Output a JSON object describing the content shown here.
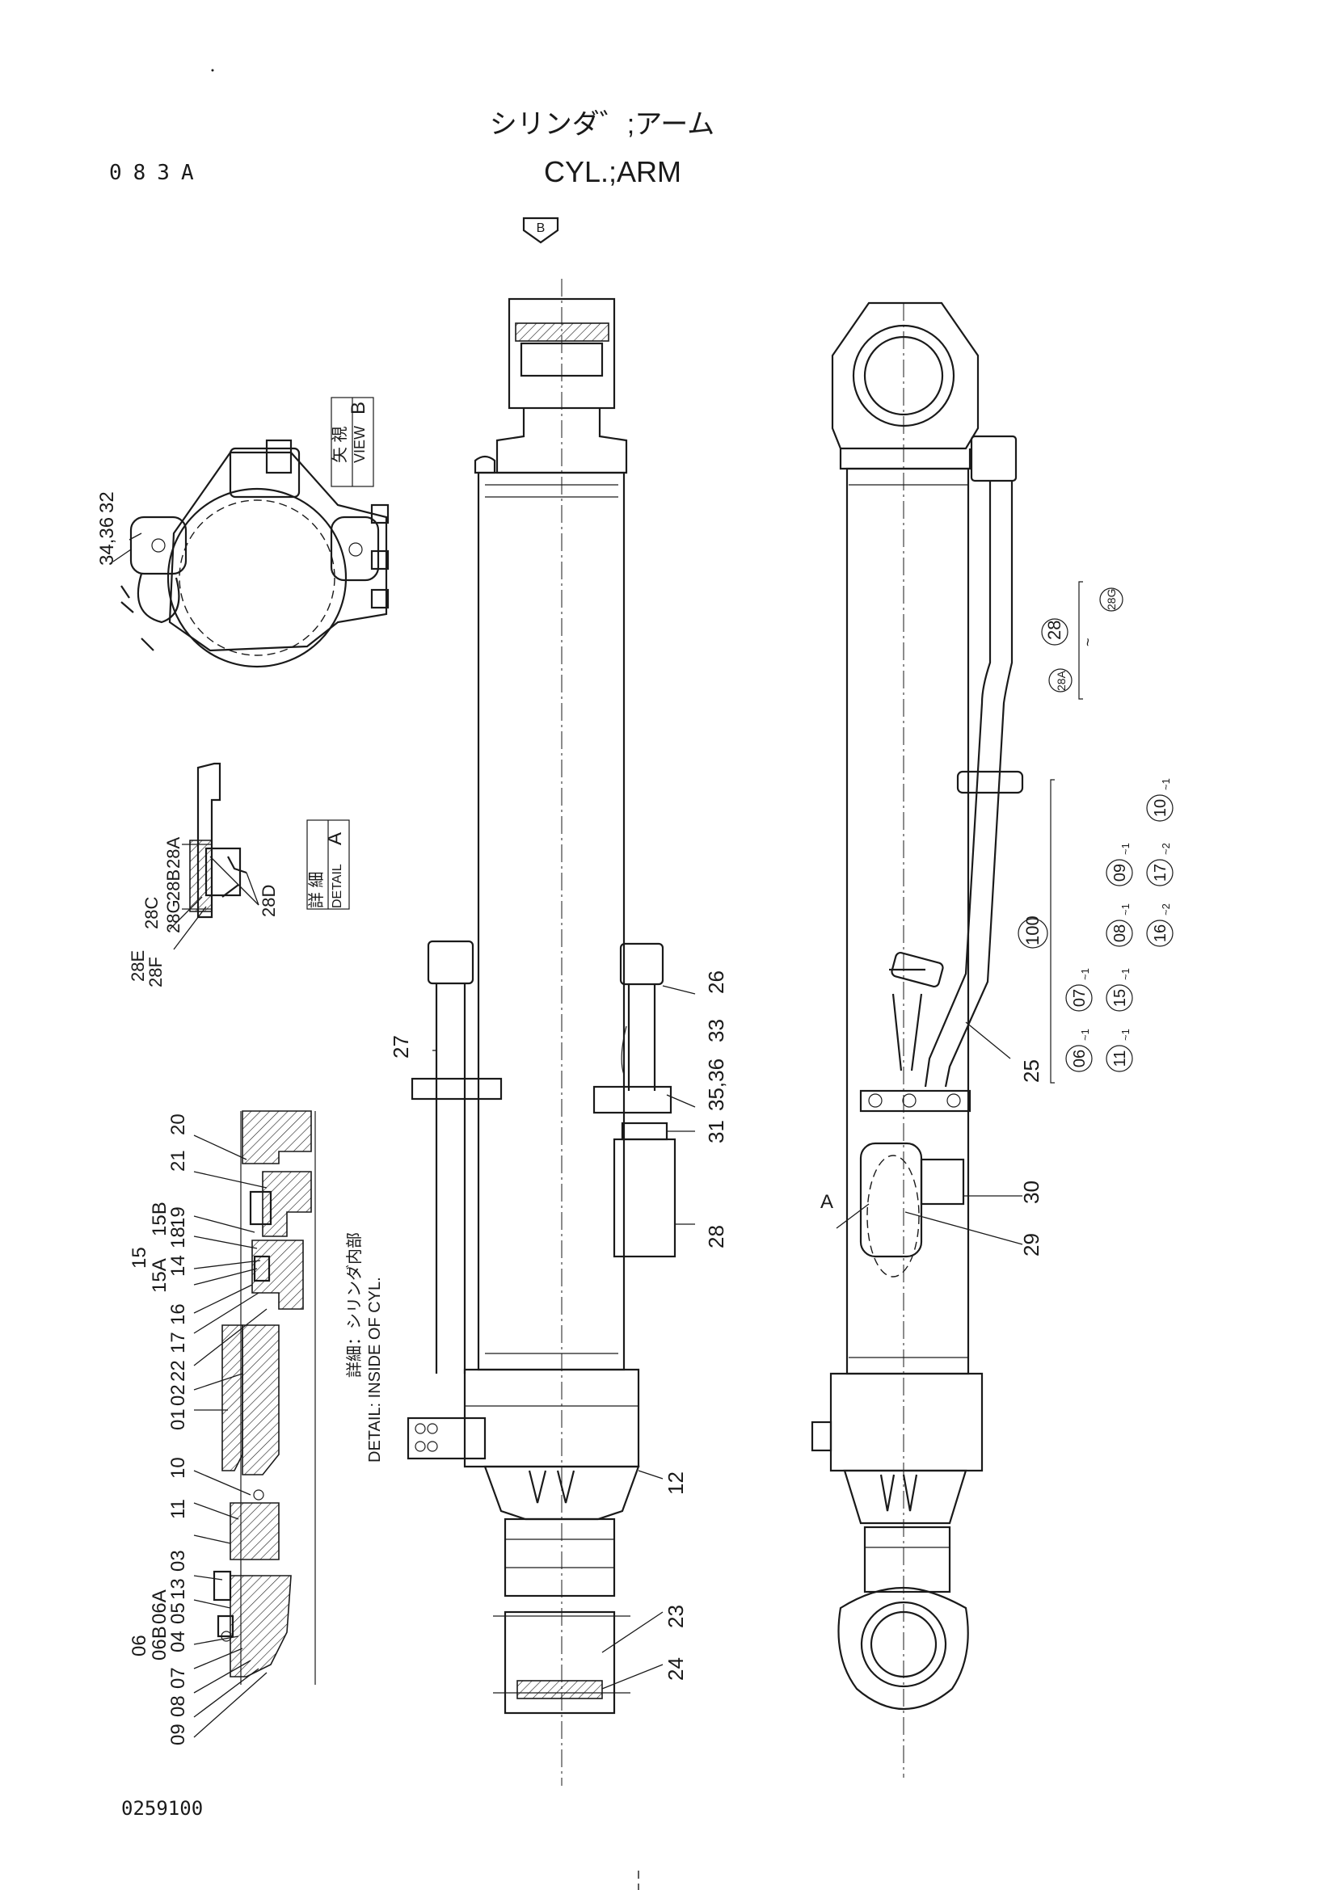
{
  "header": {
    "code": "083A",
    "title_jp": "シリンダ゛;アーム",
    "title_en": "CYL.;ARM",
    "view_arrow": "B"
  },
  "footer": {
    "drawing_no": "0259100"
  },
  "views": {
    "view_b": {
      "label_jp": "矢 視",
      "label": "VIEW",
      "letter": "B"
    },
    "detail_a": {
      "label_jp": "詳 細",
      "label": "DETAIL",
      "letter": "A"
    },
    "inside": {
      "label_jp": "詳細：シリンダ内部",
      "label": "DETAIL: INSIDE OF CYL."
    },
    "detail_a_marker": "A"
  },
  "callouts": {
    "c3436": "34,36",
    "c32": "32",
    "c28A": "28A",
    "c28B": "28B",
    "c28C": "28C",
    "c28G": "28G",
    "c28D": "28D",
    "c28E": "28E",
    "c28F": "28F",
    "c20": "20",
    "c21": "21",
    "c19": "19",
    "c18": "18",
    "c14": "14",
    "c15B": "15B",
    "c15": "15",
    "c15A": "15A",
    "c16": "16",
    "c17": "17",
    "c22": "22",
    "c02": "02",
    "c01": "01",
    "c10": "10",
    "c11": "11",
    "c03": "03",
    "c13": "13",
    "c05": "05",
    "c04": "04",
    "c06": "06",
    "c06B": "06B",
    "c06A": "06A",
    "c07": "07",
    "c08": "08",
    "c09": "09",
    "c27": "27",
    "c26": "26",
    "c33": "33",
    "c3536": "35,36",
    "c31": "31",
    "c28": "28",
    "c12": "12",
    "c23": "23",
    "c24": "24",
    "c25": "25",
    "c29": "29",
    "c30": "30"
  },
  "kit_28": {
    "main": "28",
    "from": "28A",
    "tilde": "~",
    "to": "28G"
  },
  "kit_100": {
    "main": "100",
    "items": [
      {
        "no": "10",
        "qty": "1"
      },
      {
        "no": "09",
        "qty": "1"
      },
      {
        "no": "17",
        "qty": "2"
      },
      {
        "no": "08",
        "qty": "1"
      },
      {
        "no": "16",
        "qty": "2"
      },
      {
        "no": "07",
        "qty": "1"
      },
      {
        "no": "15",
        "qty": "1"
      },
      {
        "no": "06",
        "qty": "1"
      },
      {
        "no": "11",
        "qty": "1"
      }
    ]
  }
}
